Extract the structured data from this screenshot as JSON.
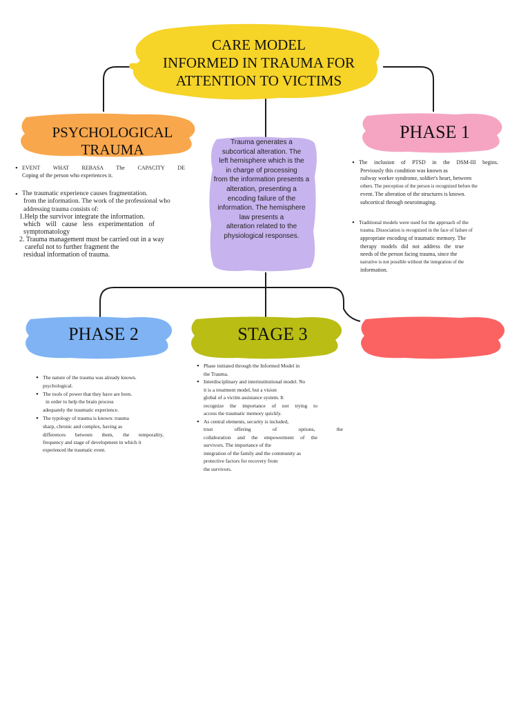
{
  "colors": {
    "title_blob": "#f6d428",
    "psych_blob": "#f9a74c",
    "phase1_blob": "#f5a5c1",
    "center_box": "#c7b3ee",
    "phase2_blob": "#7fb3f4",
    "stage3_blob": "#b9bd14",
    "empty_blob": "#fb6363",
    "connector": "#1a1a1a"
  },
  "title": {
    "lines": [
      "CARE MODEL",
      "INFORMED IN TRAUMA FOR",
      "ATTENTION TO VICTIMS"
    ]
  },
  "psychological": {
    "heading": "PSYCHOLOGICAL TRAUMA",
    "p1_line1": "EVENT WHAT REBASA The CAPACITY DE",
    "p1_line2": "Coping of the person who experiences it.",
    "p2_lines": [
      "The traumatic experience causes fragmentation.",
      "from the information. The work of the professional who",
      "addressing trauma consists of:",
      "1.Help the survivor integrate the information.",
      "which will cause less experimentation of",
      "symptomatology",
      "2. Trauma management must be carried out in a way",
      "careful not to further fragment the",
      "residual information of trauma."
    ]
  },
  "center": {
    "lines": [
      "Trauma generates a",
      "subcortical alteration. The",
      "left hemisphere which is the",
      "in charge of processing",
      "from the information presents a",
      "alteration, presenting a",
      "encoding failure of the",
      "information. The hemisphere",
      "law presents a",
      "alteration related to the",
      "physiological responses."
    ]
  },
  "phase1": {
    "heading": "PHASE 1",
    "b1_lines": [
      "The inclusion of PTSD in the DSM-III begins.",
      "Previously this condition was known as",
      "railway worker syndrome, soldier's heart, between",
      "others. The perception of the person is recognized before the",
      "event. The alteration of the structures is known.",
      "subcortical through neuroimaging."
    ],
    "b2_lines": [
      "Traditional models were used for the approach of the",
      "trauma. Dissociation is recognized in the face of failure of",
      "appropriate encoding of traumatic memory. The",
      "therapy models did not address the true",
      "needs of the person facing trauma, since the",
      "narrative is not possible without the integration of the",
      "information."
    ]
  },
  "phase2": {
    "heading": "PHASE 2",
    "b1_lines": [
      "The nature of the trauma was already known.",
      "psychological."
    ],
    "b2_lines": [
      "The tools of power that they have are born.",
      "in order to help the brain process",
      "adequately the traumatic experience."
    ],
    "b3_lines": [
      "The typology of trauma is known: trauma",
      "sharp, chronic and complex, having as",
      "differences between them, the temporality,",
      "frequency and stage of development in which it",
      "experienced the traumatic event."
    ]
  },
  "stage3": {
    "heading": "STAGE 3",
    "b1_lines": [
      "Phase initiated through the Informed Model in",
      "the Trauma."
    ],
    "b2_lines": [
      "Interdisciplinary and interinstitutional model. No",
      "it is a treatment model, but a vision",
      "global of a victim assistance system. It",
      "recognize the importance of not trying to",
      "access the traumatic memory quickly."
    ],
    "b3_lines": [
      "As central elements, security is included,",
      "trust offering of options, the",
      "collaboration and the empowerment of the",
      "survivors. The importance of the",
      "integration of the family and the community as",
      "protective factors for recovery from",
      "the survivors."
    ]
  }
}
